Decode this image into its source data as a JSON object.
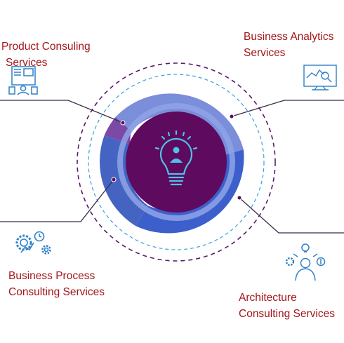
{
  "services": {
    "product": {
      "line1": "Product Consuling",
      "line2": "Services",
      "icon": "document-person-icon"
    },
    "analytics": {
      "line1": "Business Analytics",
      "line2": "Services",
      "icon": "monitor-magnifier-icon"
    },
    "process": {
      "line1": "Business Process",
      "line2": "Consulting Services",
      "icon": "gears-clock-icon"
    },
    "architecture": {
      "line1": "Architecture",
      "line2": "Consulting Services",
      "icon": "person-ideas-icon"
    }
  },
  "center": {
    "icon": "lightbulb-person-icon"
  },
  "colors": {
    "label_text": "#a3161a",
    "center_disc": "#5e0a5e",
    "ring_light": "#7b8ed9",
    "ring_mid": "#4f6fcc",
    "ring_dark": "#3a5fc8",
    "ring_purple": "#7a4aa6",
    "dashed_outer": "#5a1a6a",
    "dashed_inner": "#3aa0d8",
    "icon_blue": "#2f80c8",
    "lightbulb": "#4fc1e8"
  }
}
